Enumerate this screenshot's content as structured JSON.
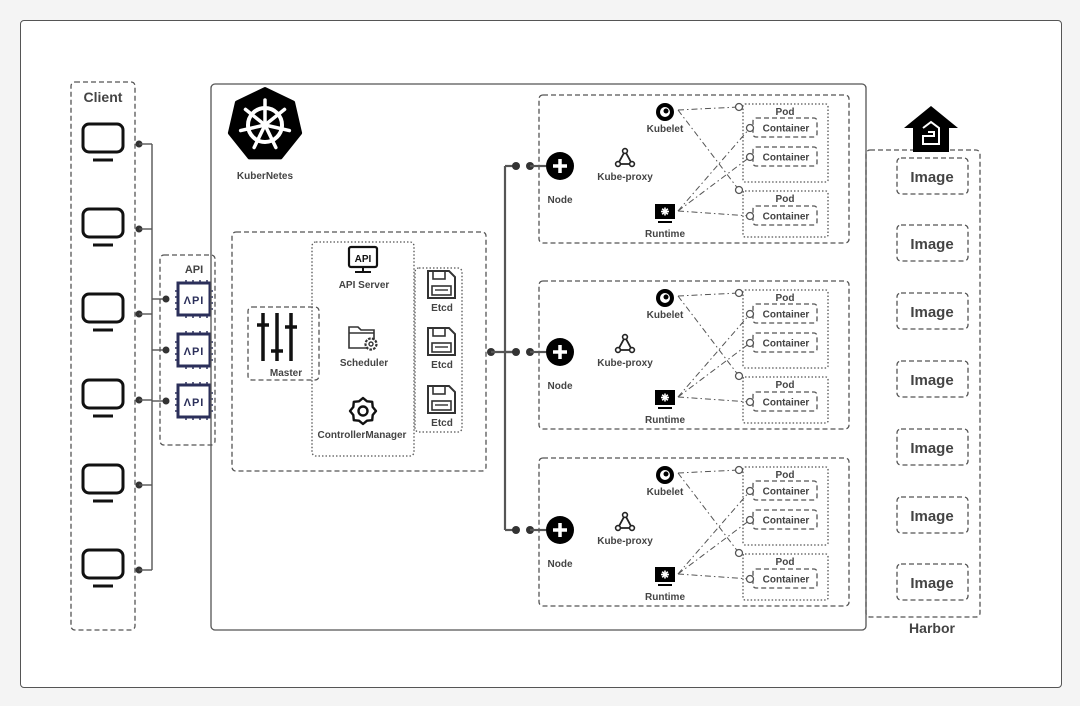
{
  "client": {
    "title": "Client",
    "terminals": [
      "terminal-1",
      "terminal-2",
      "terminal-3",
      "terminal-4",
      "terminal-5",
      "terminal-6"
    ],
    "icon": "monitor-icon"
  },
  "api_gateway": {
    "title": "API",
    "chips": [
      "API",
      "API",
      "API"
    ],
    "icon": "api-chip-icon"
  },
  "kubernetes": {
    "title": "KuberNetes",
    "logo": "kubernetes-helm-icon",
    "master": {
      "label": "Master",
      "icon": "sliders-icon",
      "components": [
        {
          "label": "API Server",
          "icon": "api-monitor-icon"
        },
        {
          "label": "Scheduler",
          "icon": "folder-gear-icon"
        },
        {
          "label": "ControllerManager",
          "icon": "gear-icon"
        }
      ],
      "etcd": [
        "Etcd",
        "Etcd",
        "Etcd"
      ],
      "etcd_icon": "floppy-disk-icon"
    },
    "nodes": [
      {
        "label": "Node",
        "kubelet": "Kubelet",
        "kube_proxy": "Kube-proxy",
        "runtime": "Runtime",
        "pods": [
          {
            "label": "Pod",
            "containers": [
              "Container",
              "Container"
            ]
          },
          {
            "label": "Pod",
            "containers": [
              "Container"
            ]
          }
        ]
      },
      {
        "label": "Node",
        "kubelet": "Kubelet",
        "kube_proxy": "Kube-proxy",
        "runtime": "Runtime",
        "pods": [
          {
            "label": "Pod",
            "containers": [
              "Container",
              "Container"
            ]
          },
          {
            "label": "Pod",
            "containers": [
              "Container"
            ]
          }
        ]
      },
      {
        "label": "Node",
        "kubelet": "Kubelet",
        "kube_proxy": "Kube-proxy",
        "runtime": "Runtime",
        "pods": [
          {
            "label": "Pod",
            "containers": [
              "Container",
              "Container"
            ]
          },
          {
            "label": "Pod",
            "containers": [
              "Container"
            ]
          }
        ]
      }
    ]
  },
  "harbor": {
    "title": "Harbor",
    "icon": "harbor-house-icon",
    "images": [
      "Image",
      "Image",
      "Image",
      "Image",
      "Image",
      "Image",
      "Image"
    ]
  },
  "colors": {
    "stroke": "#555555",
    "text": "#444444",
    "icon": "#111111",
    "api_chip": "#2b2f5a"
  }
}
